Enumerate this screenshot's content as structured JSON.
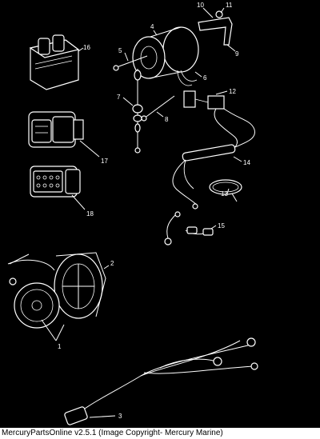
{
  "callouts": {
    "c1": "1",
    "c2": "2",
    "c3": "3",
    "c4": "4",
    "c5": "5",
    "c6": "6",
    "c7": "7",
    "c8": "8",
    "c9": "9",
    "c10": "10",
    "c11": "11",
    "c12": "12",
    "c13": "13",
    "c14": "14",
    "c15": "15",
    "c16": "16",
    "c17": "17",
    "c18": "18"
  },
  "footer": {
    "caption": "MercuryPartsOnline v2.5.1 (Image Copyright- Mercury Marine)"
  }
}
